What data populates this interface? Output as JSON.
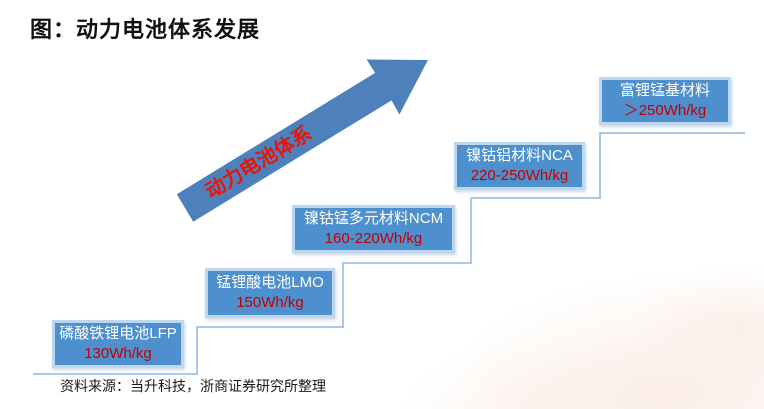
{
  "title": "图：动力电池体系发展",
  "arrow": {
    "label": "动力电池体系",
    "fill_color": "#4e81bc",
    "label_color": "#e8150b"
  },
  "chart_data": {
    "type": "table",
    "description": "staircase progression of power battery systems by energy density",
    "steps": [
      {
        "name": "磷酸铁锂电池LFP",
        "value": "130Wh/kg"
      },
      {
        "name": "锰锂酸电池LMO",
        "value": "150Wh/kg"
      },
      {
        "name": "镍钴锰多元材料NCM",
        "value": "160-220Wh/kg"
      },
      {
        "name": "镍钴铝材料NCA",
        "value": "220-250Wh/kg"
      },
      {
        "name": "富锂锰基材料",
        "value": "＞250Wh/kg"
      }
    ]
  },
  "steps": [
    {
      "name": "磷酸铁锂电池LFP",
      "value": "130Wh/kg"
    },
    {
      "name": "锰锂酸电池LMO",
      "value": "150Wh/kg"
    },
    {
      "name": "镍钴锰多元材料NCM",
      "value": "160-220Wh/kg"
    },
    {
      "name": "镍钴铝材料NCA",
      "value": "220-250Wh/kg"
    },
    {
      "name": "富锂锰基材料",
      "value": "＞250Wh/kg"
    }
  ],
  "source": "资料来源：当升科技，浙商证券研究所整理",
  "colors": {
    "box_fill": "#4e90ce",
    "box_border": "#bdd7ee",
    "step_line": "#a9c9e8",
    "name_text": "#ffffff",
    "value_text": "#c00000"
  }
}
